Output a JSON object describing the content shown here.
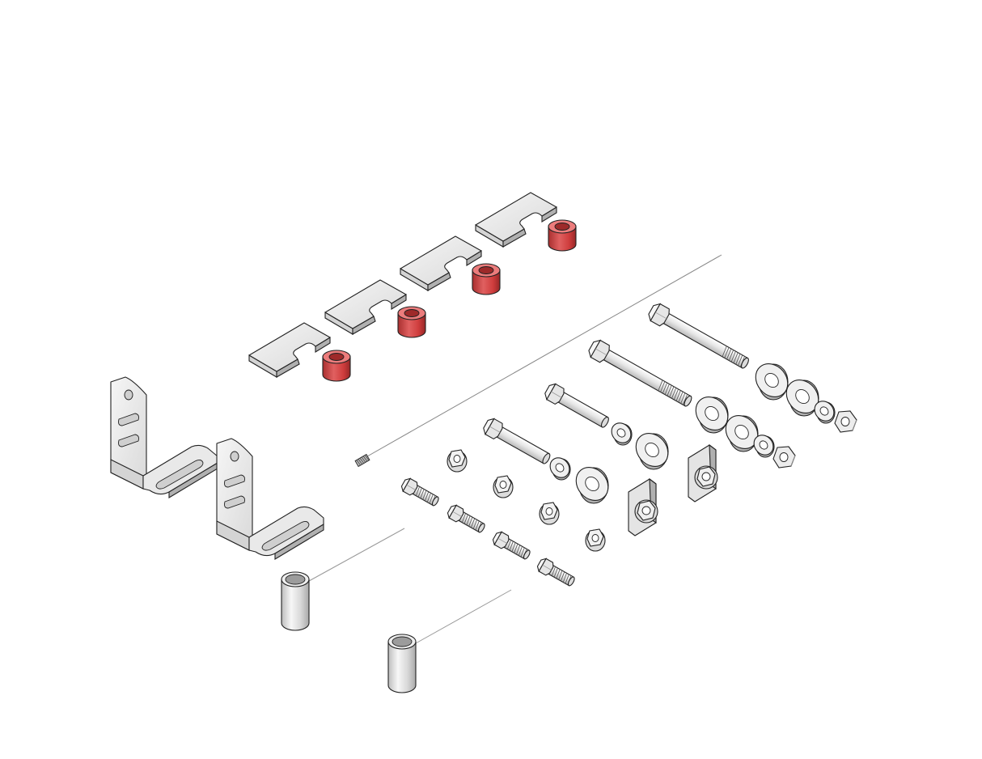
{
  "diagram": {
    "kind": "exploded hardware kit",
    "labels": [],
    "colors": {
      "background": "#ffffff",
      "outline": "#222222",
      "metal_face": "#f2f2f2",
      "metal_shade": "#d4d4d4",
      "metal_dark": "#b0b0b0",
      "spacer_red": "#cf3d3d",
      "spacer_red_dark": "#9e2a2a",
      "spacer_red_light": "#ec7c7c",
      "thread": "#555555"
    },
    "parts": [
      {
        "name": "shim-plate",
        "count": 4
      },
      {
        "name": "spacer-bushing",
        "count": 4
      },
      {
        "name": "bracket",
        "count": 2
      },
      {
        "name": "sleeve-with-wire",
        "count": 2
      },
      {
        "name": "long-bolt",
        "count": 4
      },
      {
        "name": "short-bolt",
        "count": 4
      },
      {
        "name": "flange-nut",
        "count": 4
      },
      {
        "name": "washer",
        "count": 9
      },
      {
        "name": "nut",
        "count": 2
      },
      {
        "name": "cage-nut",
        "count": 2
      },
      {
        "name": "spring-with-wire",
        "count": 1
      }
    ]
  }
}
